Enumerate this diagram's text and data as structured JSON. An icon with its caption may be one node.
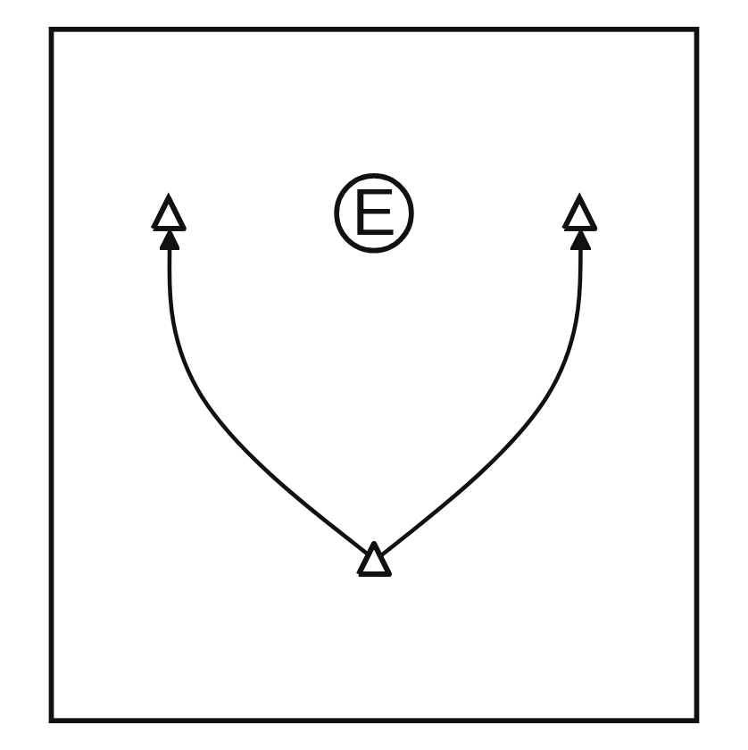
{
  "diagram": {
    "nodes": [
      {
        "text": [],
        "shape": "box"
      },
      {
        "text": [],
        "shape": "triangle",
        "in": 0
      },
      {
        "text": [
          "E"
        ],
        "in": 0
      },
      {
        "text": [],
        "shape": "triangle",
        "in": 0
      },
      {
        "text": [],
        "shape": "triangle",
        "in": 0
      }
    ],
    "edges": [
      {
        "from": 4,
        "to": 1,
        "arrow": "to"
      },
      {
        "from": 4,
        "to": 3,
        "arrow": "to"
      }
    ]
  }
}
